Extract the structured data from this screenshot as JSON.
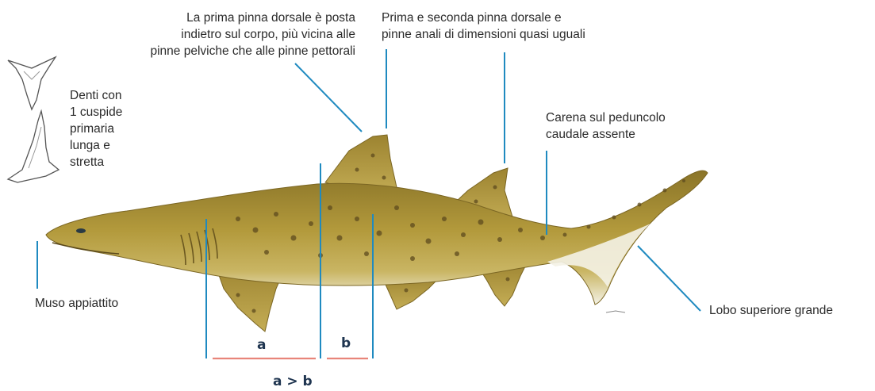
{
  "colors": {
    "callout_line": "#1f8ac0",
    "measure_bar": "#e8857a",
    "measure_text": "#1f3550",
    "body_main": "#b39a3c",
    "body_dark": "#8a7428",
    "belly": "#f4f2e6",
    "spot": "#5e4b1e"
  },
  "annotations": {
    "first_dorsal_position": [
      "La prima pinna dorsale è posta",
      "indietro sul corpo, più vicina alle",
      "pinne pelviche che alle pinne pettorali"
    ],
    "fin_sizes": [
      "Prima e seconda pinna dorsale e",
      "pinne anali di dimensioni quasi uguali"
    ],
    "teeth": [
      "Denti con",
      "1 cuspide",
      "primaria",
      "lunga e",
      "stretta"
    ],
    "keel": [
      "Carena sul peduncolo",
      "caudale assente"
    ],
    "snout": "Muso appiattito",
    "upper_lobe": "Lobo superiore grande"
  },
  "measurement": {
    "label_a": "a",
    "label_b": "b",
    "comparison": "a > b"
  }
}
